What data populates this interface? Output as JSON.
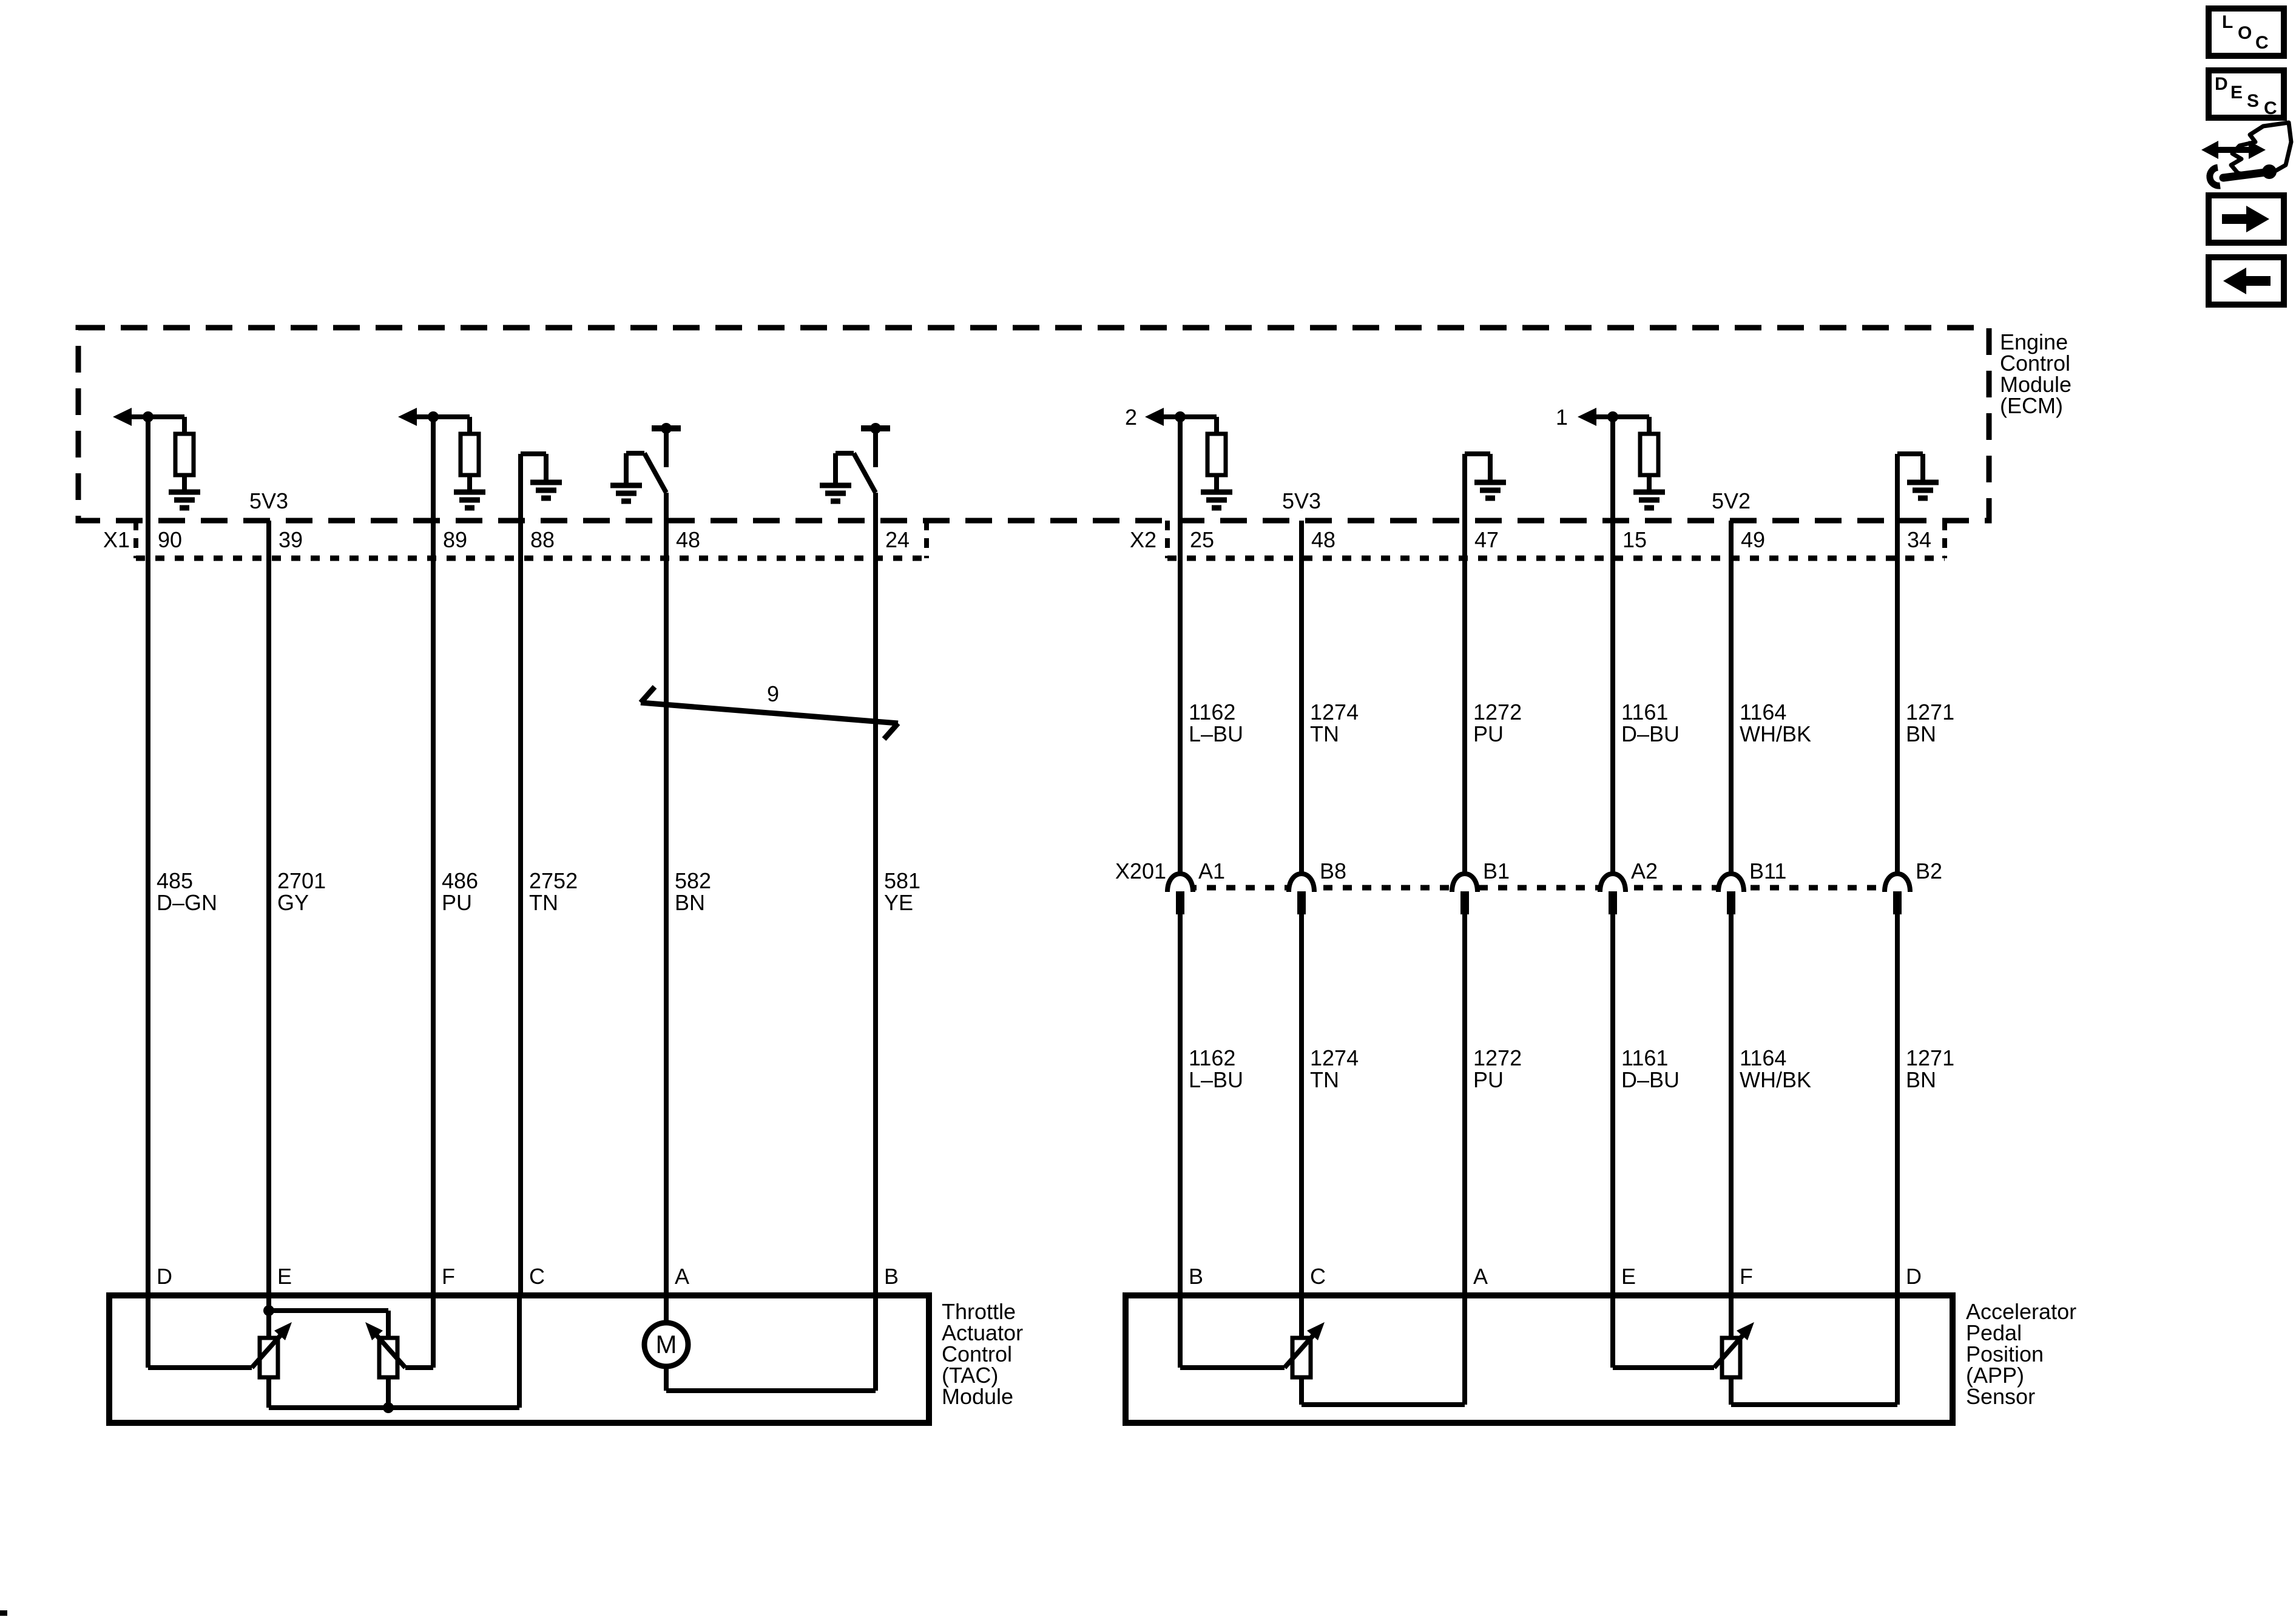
{
  "toolbar": {
    "loc_letters": [
      "L",
      "O",
      "C"
    ],
    "desc_letters": [
      "D",
      "E",
      "S",
      "C"
    ]
  },
  "ecm": {
    "title_lines": [
      "Engine",
      "Control",
      "Module",
      "(ECM)"
    ],
    "connector_left": "X1",
    "connector_right": "X2",
    "ref_left": "5V3",
    "ref_right_a": "5V3",
    "ref_right_b": "5V2",
    "ext_arrow_2": "2",
    "ext_arrow_1": "1"
  },
  "loom": {
    "label": "9"
  },
  "inline_connector": {
    "label": "X201"
  },
  "left_circuits": [
    {
      "ecm_pin": "90",
      "wire_id": "485",
      "wire_color": "D–GN",
      "module_pin": "D"
    },
    {
      "ecm_pin": "39",
      "wire_id": "2701",
      "wire_color": "GY",
      "module_pin": "E"
    },
    {
      "ecm_pin": "89",
      "wire_id": "486",
      "wire_color": "PU",
      "module_pin": "F"
    },
    {
      "ecm_pin": "88",
      "wire_id": "2752",
      "wire_color": "TN",
      "module_pin": "C"
    },
    {
      "ecm_pin": "48",
      "wire_id": "582",
      "wire_color": "BN",
      "module_pin": "A"
    },
    {
      "ecm_pin": "24",
      "wire_id": "581",
      "wire_color": "YE",
      "module_pin": "B"
    }
  ],
  "right_circuits": [
    {
      "ecm_pin": "25",
      "wire_id": "1162",
      "wire_color": "L–BU",
      "x201_pin": "A1",
      "module_pin": "B"
    },
    {
      "ecm_pin": "48",
      "wire_id": "1274",
      "wire_color": "TN",
      "x201_pin": "B8",
      "module_pin": "C"
    },
    {
      "ecm_pin": "47",
      "wire_id": "1272",
      "wire_color": "PU",
      "x201_pin": "B1",
      "module_pin": "A"
    },
    {
      "ecm_pin": "15",
      "wire_id": "1161",
      "wire_color": "D–BU",
      "x201_pin": "A2",
      "module_pin": "E"
    },
    {
      "ecm_pin": "49",
      "wire_id": "1164",
      "wire_color": "WH/BK",
      "x201_pin": "B11",
      "module_pin": "F"
    },
    {
      "ecm_pin": "34",
      "wire_id": "1271",
      "wire_color": "BN",
      "x201_pin": "B2",
      "module_pin": "D"
    }
  ],
  "tac": {
    "title_lines": [
      "Throttle",
      "Actuator",
      "Control",
      "(TAC)",
      "Module"
    ],
    "motor_label": "M"
  },
  "app": {
    "title_lines": [
      "Accelerator",
      "Pedal",
      "Position",
      "(APP)",
      "Sensor"
    ]
  }
}
